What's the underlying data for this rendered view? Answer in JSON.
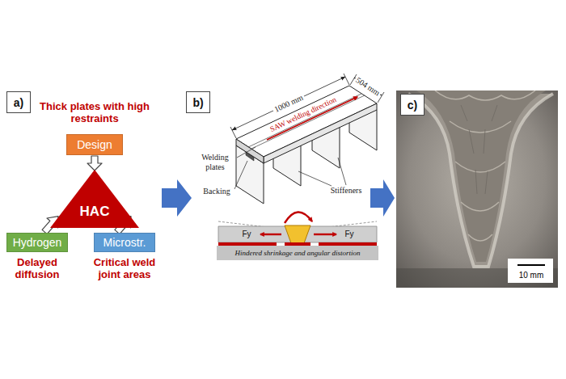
{
  "diagram": {
    "nodes": [
      {
        "text": [
          "a)"
        ]
      },
      {
        "text": [
          "Design"
        ]
      },
      {
        "text": [
          "HAC"
        ]
      },
      {
        "text": [
          "Hydrogen"
        ]
      },
      {
        "text": [
          "Microstr."
        ]
      },
      {
        "text": [
          "b)"
        ]
      },
      {
        "text": [
          "c)"
        ]
      }
    ],
    "edges": [
      {
        "from": 1,
        "to": 2,
        "arrow": "to"
      },
      {
        "from": 3,
        "to": 2,
        "arrow": "to"
      },
      {
        "from": 4,
        "to": 2,
        "arrow": "to"
      }
    ],
    "labels": [
      "Thick plates with high restraints",
      "Delayed diffusion",
      "Critical weld joint areas",
      "Welding plates",
      "1000 mm",
      "504 mm",
      "SAW welding direction",
      "Backing",
      "Stiffeners",
      "Fy",
      "Fy",
      "Hindered shrinkage and angular distortion",
      "10 mm"
    ]
  }
}
